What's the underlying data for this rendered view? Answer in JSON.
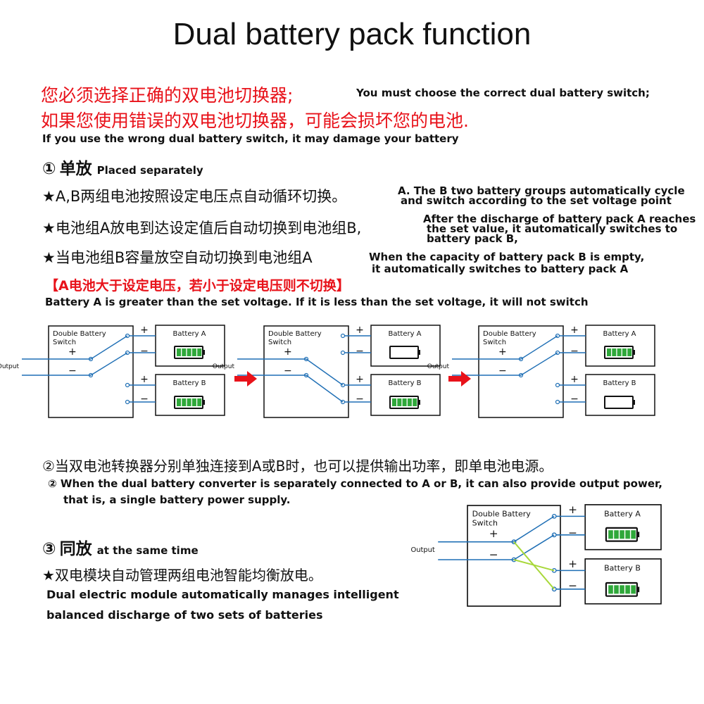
{
  "title": "Dual battery pack function",
  "warning": {
    "cn_line1": "您必须选择正确的双电池切换器;",
    "en_line1": "You must choose the correct dual battery switch;",
    "cn_line2": "如果您使用错误的双电池切换器，可能会损坏您的电池.",
    "en_line2": "If you use the wrong dual battery switch, it may damage your battery"
  },
  "section1": {
    "num": "①",
    "cn": "单放",
    "en": "Placed separately",
    "points": [
      {
        "cn": "★A,B两组电池按照设定电压点自动循环切换。",
        "en1": "A. The B two battery groups automatically cycle",
        "en2": "and switch according to the set voltage point"
      },
      {
        "cn": "★电池组A放电到达设定值后自动切换到电池组B,",
        "en1": "After the discharge of battery pack A reaches",
        "en2": "the set value, it automatically switches to",
        "en3": "battery pack B,"
      },
      {
        "cn": "★当电池组B容量放空自动切换到电池组A",
        "en1": "When the capacity of battery pack B is empty,",
        "en2": "it automatically switches to battery pack A"
      }
    ],
    "note_cn": "【A电池大于设定电压，若小于设定电压则不切换】",
    "note_en": "Battery A is greater than the set voltage. If it is less than the set voltage, it will not switch"
  },
  "diagram": {
    "switch_line1": "Double  Battery",
    "switch_line2": "Switch",
    "plus": "+",
    "minus": "−",
    "output": "Output",
    "battery_a": "Battery A",
    "battery_b": "Battery B"
  },
  "section2": {
    "cn": "②当双电池转换器分别单独连接到A或B时，也可以提供输出功率，即单电池电源。",
    "en1": "② When the dual battery converter is separately connected to A or B, it can also provide output power,",
    "en2": "that is, a single battery power supply."
  },
  "section3": {
    "num": "③",
    "cn": "同放",
    "en": "at the same time",
    "point_cn": "★双电模块自动管理两组电池智能均衡放电。",
    "point_en1": "Dual electric module automatically manages intelligent",
    "point_en2": "balanced discharge of two sets of batteries"
  },
  "colors": {
    "red": "#e8121a",
    "wire": "#1f6fb5",
    "green_battery": "#2fa83a",
    "green_wire": "#a8d83a"
  }
}
